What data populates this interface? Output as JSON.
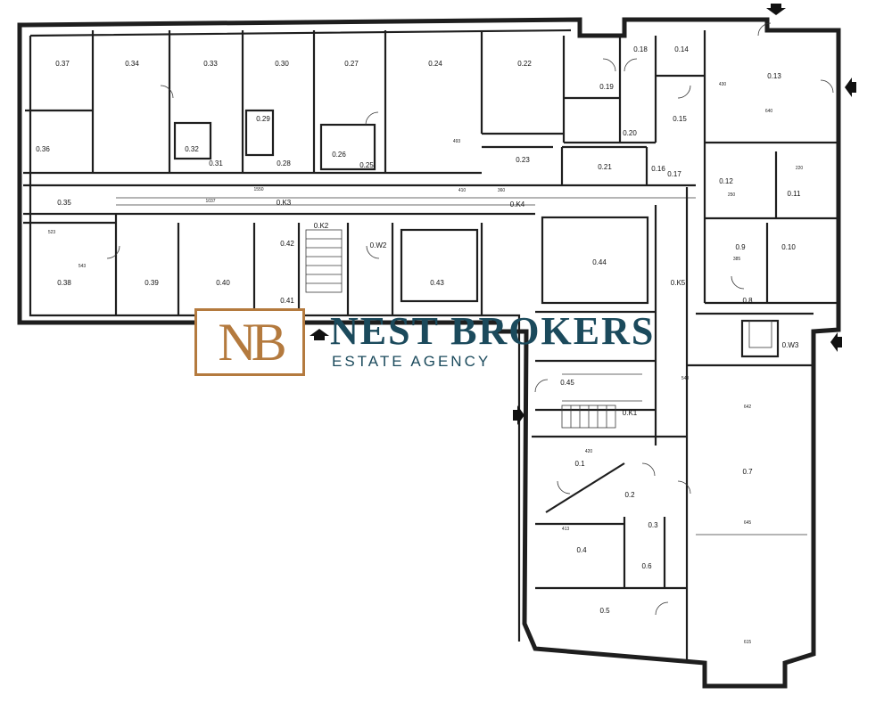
{
  "rooms": [
    {
      "id": "r037",
      "label": "0.37"
    },
    {
      "id": "r036",
      "label": "0.36"
    },
    {
      "id": "r035",
      "label": "0.35"
    },
    {
      "id": "r038",
      "label": "0.38"
    },
    {
      "id": "r034",
      "label": "0.34"
    },
    {
      "id": "r033",
      "label": "0.33"
    },
    {
      "id": "r032",
      "label": "0.32"
    },
    {
      "id": "r031",
      "label": "0.31"
    },
    {
      "id": "r030",
      "label": "0.30"
    },
    {
      "id": "r029",
      "label": "0.29"
    },
    {
      "id": "r028",
      "label": "0.28"
    },
    {
      "id": "r027",
      "label": "0.27"
    },
    {
      "id": "r026",
      "label": "0.26"
    },
    {
      "id": "r025",
      "label": "0.25"
    },
    {
      "id": "r024",
      "label": "0.24"
    },
    {
      "id": "r022",
      "label": "0.22"
    },
    {
      "id": "r023",
      "label": "0.23"
    },
    {
      "id": "r021",
      "label": "0.21"
    },
    {
      "id": "r019",
      "label": "0.19"
    },
    {
      "id": "r020",
      "label": "0.20"
    },
    {
      "id": "r018",
      "label": "0.18"
    },
    {
      "id": "r014",
      "label": "0.14"
    },
    {
      "id": "r015",
      "label": "0.15"
    },
    {
      "id": "r016",
      "label": "0.16"
    },
    {
      "id": "r017",
      "label": "0.17"
    },
    {
      "id": "r013",
      "label": "0.13"
    },
    {
      "id": "r012",
      "label": "0.12"
    },
    {
      "id": "r011",
      "label": "0.11"
    },
    {
      "id": "r09",
      "label": "0.9"
    },
    {
      "id": "r010",
      "label": "0.10"
    },
    {
      "id": "r08",
      "label": "0.8"
    },
    {
      "id": "rK3",
      "label": "0.K3"
    },
    {
      "id": "rK4",
      "label": "0.K4"
    },
    {
      "id": "rK2",
      "label": "0.K2"
    },
    {
      "id": "rK5",
      "label": "0.K5"
    },
    {
      "id": "rK1",
      "label": "0.K1"
    },
    {
      "id": "r039",
      "label": "0.39"
    },
    {
      "id": "r040",
      "label": "0.40"
    },
    {
      "id": "r042",
      "label": "0.42"
    },
    {
      "id": "r041",
      "label": "0.41"
    },
    {
      "id": "rW2",
      "label": "0.W2"
    },
    {
      "id": "r043",
      "label": "0.43"
    },
    {
      "id": "r044",
      "label": "0.44"
    },
    {
      "id": "rW3",
      "label": "0.W3"
    },
    {
      "id": "r045",
      "label": "0.45"
    },
    {
      "id": "r07",
      "label": "0.7"
    },
    {
      "id": "r01",
      "label": "0.1"
    },
    {
      "id": "r02",
      "label": "0.2"
    },
    {
      "id": "r03",
      "label": "0.3"
    },
    {
      "id": "r04",
      "label": "0.4"
    },
    {
      "id": "r06",
      "label": "0.6"
    },
    {
      "id": "r05",
      "label": "0.5"
    }
  ],
  "dimensions": [
    {
      "id": "d1",
      "text": "1037"
    },
    {
      "id": "d2",
      "text": "1550"
    },
    {
      "id": "d3",
      "text": "493"
    },
    {
      "id": "d4",
      "text": "645"
    },
    {
      "id": "d5",
      "text": "642"
    },
    {
      "id": "d6",
      "text": "640"
    },
    {
      "id": "d7",
      "text": "420"
    },
    {
      "id": "d8",
      "text": "413"
    },
    {
      "id": "d9",
      "text": "615"
    },
    {
      "id": "d10",
      "text": "548"
    },
    {
      "id": "d11",
      "text": "410"
    },
    {
      "id": "d12",
      "text": "360"
    },
    {
      "id": "d13",
      "text": "523"
    },
    {
      "id": "d14",
      "text": "543"
    },
    {
      "id": "d15",
      "text": "430"
    },
    {
      "id": "d16",
      "text": "385"
    },
    {
      "id": "d17",
      "text": "250"
    },
    {
      "id": "d18",
      "text": "220"
    }
  ],
  "logo": {
    "monogram": "NB",
    "brand": "NEST BROKERS",
    "tagline": "ESTATE AGENCY",
    "brand_color": "#1b4a5c",
    "accent_color": "#b47a3e"
  },
  "icons": [
    "entrance-arrow-icon"
  ]
}
